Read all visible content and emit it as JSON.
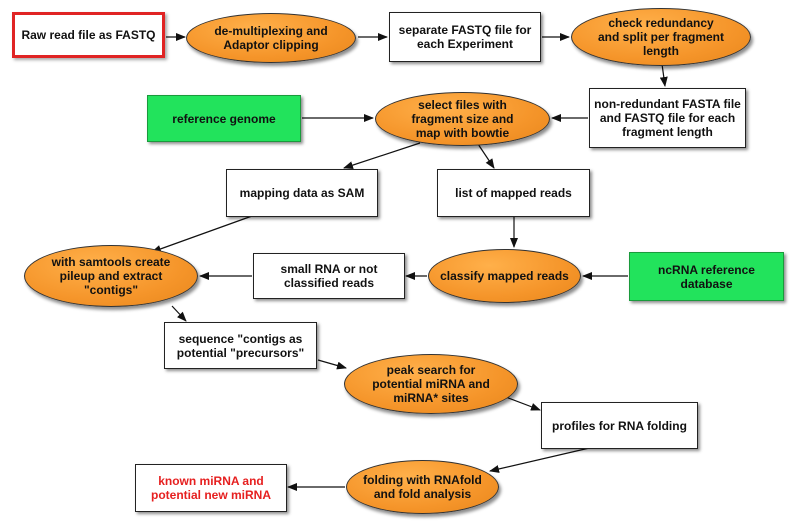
{
  "nodes": {
    "raw_read": "Raw read file as FASTQ",
    "demultiplex": "de-multiplexing and\nAdaptor clipping",
    "separate_fastq": "separate FASTQ file for\neach Experiment",
    "check_redundancy": "check redundancy\nand split per fragment\nlength",
    "reference_genome": "reference genome",
    "select_files": "select files with\nfragment size and\nmap with bowtie",
    "non_redundant": "non-redundant FASTA file\nand FASTQ file for each\nfragment length",
    "mapping_sam": "mapping data as SAM",
    "list_mapped": "list of mapped reads",
    "samtools": "with samtools create\npileup and extract\n\"contigs\"",
    "small_rna": "small RNA or not\nclassified reads",
    "classify": "classify mapped reads",
    "ncrna_db": "ncRNA reference\ndatabase",
    "sequence_contigs": "sequence \"contigs as\npotential \"precursors\"",
    "peak_search": "peak search for\npotential miRNA and\nmiRNA* sites",
    "profiles": "profiles for RNA folding",
    "known_mirna": "known miRNA and\npotential new miRNA",
    "folding": "folding with RNAfold\nand fold analysis"
  },
  "colors": {
    "process_oval": "#f5952a",
    "reference_box": "#22e35c",
    "start_frame": "#e02424",
    "result_text": "#e62020",
    "arrow": "#111111"
  }
}
